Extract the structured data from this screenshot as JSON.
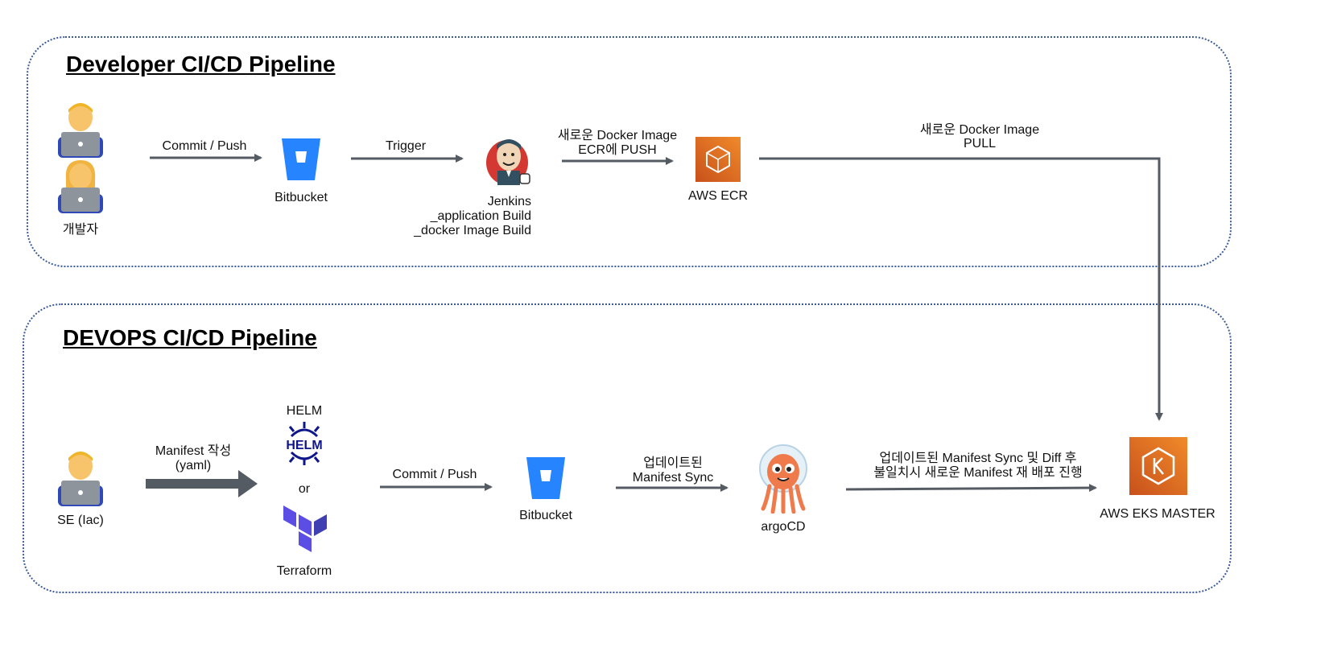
{
  "dev_pipeline": {
    "title": "Developer CI/CD Pipeline",
    "developer_label": "개발자",
    "commit_push_label": "Commit / Push",
    "bitbucket_label": "Bitbucket",
    "trigger_label": "Trigger",
    "jenkins_label_1": "Jenkins",
    "jenkins_label_2": "_application Build",
    "jenkins_label_3": "_docker Image Build",
    "ecr_push_label_1": "새로운 Docker Image",
    "ecr_push_label_2": "ECR에 PUSH",
    "ecr_label": "AWS ECR",
    "pull_label_1": "새로운 Docker Image",
    "pull_label_2": "PULL"
  },
  "devops_pipeline": {
    "title": "DEVOPS CI/CD Pipeline",
    "se_label": "SE (Iac)",
    "manifest_label_1": "Manifest 작성",
    "manifest_label_2": "(yaml)",
    "helm_label": "HELM",
    "helm_logo_text": "HELM",
    "or_label": "or",
    "terraform_label": "Terraform",
    "commit_push_label": "Commit / Push",
    "bitbucket_label": "Bitbucket",
    "sync_label_1": "업데이트된",
    "sync_label_2": "Manifest Sync",
    "argocd_label": "argoCD",
    "deploy_label_1": "업데이트된 Manifest Sync 및 Diff 후",
    "deploy_label_2": "불일치시 새로운 Manifest 재 배포 진행",
    "eks_label": "AWS EKS MASTER"
  },
  "colors": {
    "border": "#3b5b9a",
    "arrow": "#555b63",
    "bitbucket": "#2684ff",
    "aws_orange": "#e8761e",
    "terraform": "#5c4ee5",
    "helm": "#0f1689"
  },
  "icons": [
    "person-icon",
    "bitbucket-icon",
    "jenkins-icon",
    "aws-ecr-icon",
    "helm-icon",
    "terraform-icon",
    "argocd-icon",
    "aws-eks-icon"
  ]
}
